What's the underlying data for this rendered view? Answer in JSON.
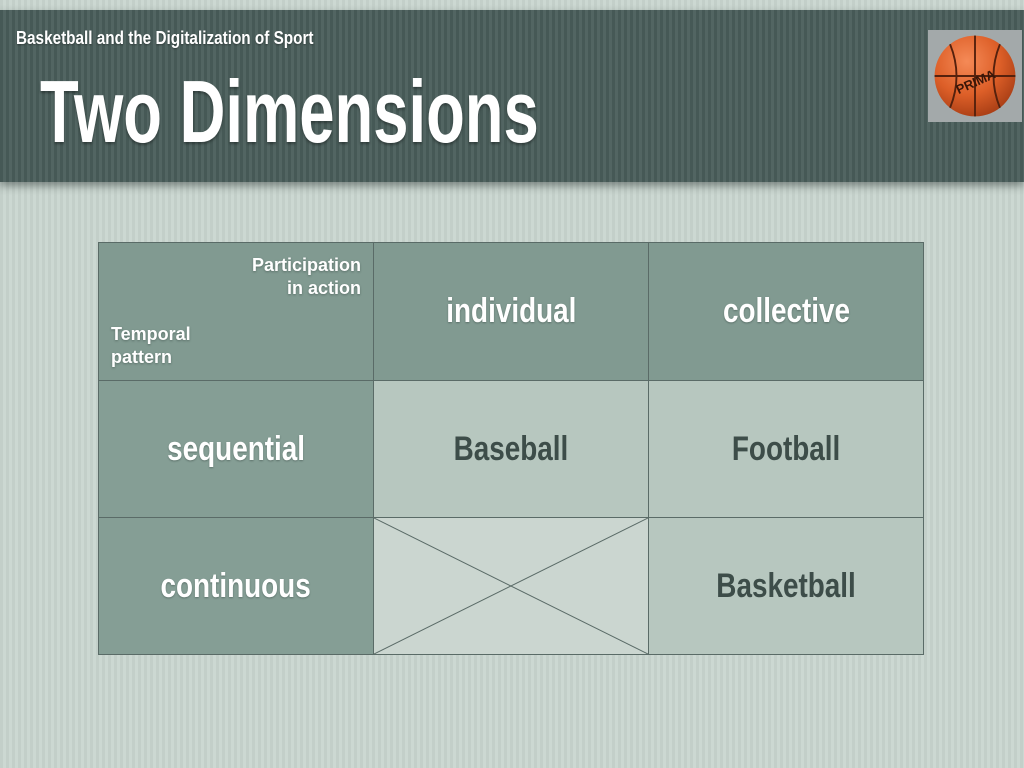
{
  "slide": {
    "kicker": "Basketball and the Digitalization of Sport",
    "title": "Two Dimensions"
  },
  "logo": {
    "ball_text": "PRIMA"
  },
  "matrix": {
    "corner": {
      "column_axis": "Participation\nin action",
      "row_axis": "Temporal\npattern"
    },
    "column_headers": [
      "individual",
      "collective"
    ],
    "row_headers": [
      "sequential",
      "continuous"
    ],
    "cells": [
      [
        "Baseball",
        "Football"
      ],
      [
        "",
        "Basketball"
      ]
    ]
  },
  "colors": {
    "band": "#4c5f5c",
    "body_background": "#c7d3cd",
    "header_cell": "#819a91",
    "data_cell": "#b7c7bf",
    "crossed_cell": "#cbd6d0",
    "border": "#5a6b67",
    "dark_text": "#3d4d49",
    "basketball_orange": "#dd5f28"
  }
}
